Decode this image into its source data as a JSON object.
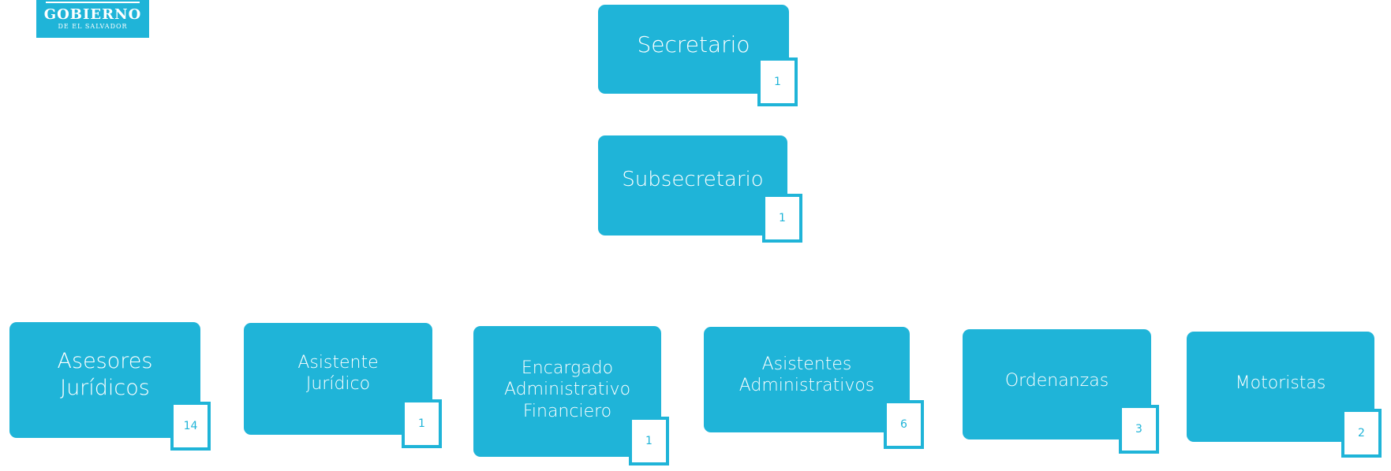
{
  "logo": {
    "line1": "GOBIERNO",
    "line2": "DE EL SALVADOR"
  },
  "colors": {
    "node_fill": "#1fb4d8",
    "node_text": "#ffffff",
    "badge_border": "#1fb4d8"
  },
  "nodes": {
    "secretario": {
      "label": "Secretario",
      "count": "1"
    },
    "subsecretario": {
      "label": "Subsecretario",
      "count": "1"
    },
    "asesores": {
      "label": "Asesores\nJurídicos",
      "count": "14"
    },
    "asistente": {
      "label": "Asistente\nJurídico",
      "count": "1"
    },
    "encargado": {
      "label": "Encargado\nAdministrativo\nFinanciero",
      "count": "1"
    },
    "asistentes": {
      "label": "Asistentes\nAdministrativos",
      "count": "6"
    },
    "ordenanzas": {
      "label": "Ordenanzas",
      "count": "3"
    },
    "motoristas": {
      "label": "Motoristas",
      "count": "2"
    }
  }
}
